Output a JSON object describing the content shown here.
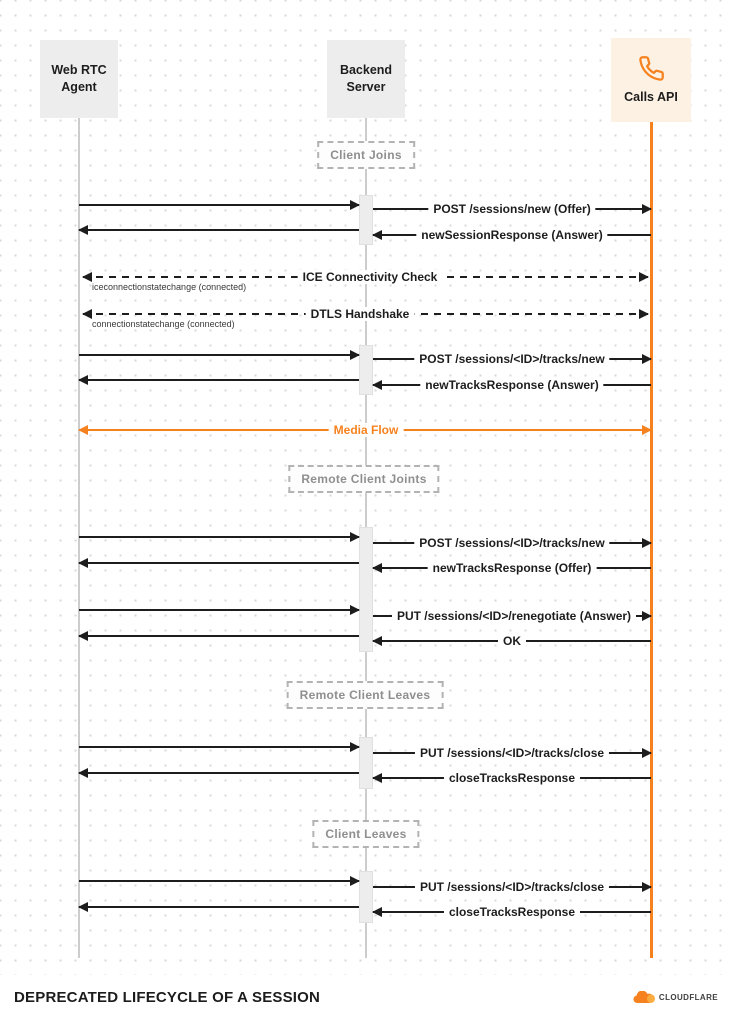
{
  "actors": [
    {
      "name": "Web RTC Agent",
      "line1": "Web RTC",
      "line2": "Agent"
    },
    {
      "name": "Backend Server",
      "line1": "Backend",
      "line2": "Server"
    },
    {
      "name": "Calls API",
      "line1": "Calls API",
      "icon": "phone-icon"
    }
  ],
  "sections": [
    {
      "label": "Client Joins"
    },
    {
      "label": "Remote Client Joints"
    },
    {
      "label": "Remote Client Leaves"
    },
    {
      "label": "Client Leaves"
    }
  ],
  "messages": [
    {
      "type": "request",
      "from": "Web RTC Agent",
      "to": "Calls API",
      "label": "POST /sessions/new (Offer)"
    },
    {
      "type": "response",
      "from": "Calls API",
      "to": "Web RTC Agent",
      "label": "newSessionResponse (Answer)"
    },
    {
      "type": "bidirectional-dashed",
      "label": "ICE Connectivity Check",
      "note": "iceconnectionstatechange (connected)"
    },
    {
      "type": "bidirectional-dashed",
      "label": "DTLS Handshake",
      "note": "connectionstatechange (connected)"
    },
    {
      "type": "request",
      "from": "Web RTC Agent",
      "to": "Calls API",
      "label": "POST /sessions/<ID>/tracks/new"
    },
    {
      "type": "response",
      "from": "Calls API",
      "to": "Web RTC Agent",
      "label": "newTracksResponse (Answer)"
    },
    {
      "type": "bidirectional-media",
      "label": "Media Flow"
    },
    {
      "type": "request",
      "from": "Web RTC Agent",
      "to": "Calls API",
      "label": "POST /sessions/<ID>/tracks/new"
    },
    {
      "type": "response",
      "from": "Calls API",
      "to": "Web RTC Agent",
      "label": "newTracksResponse (Offer)"
    },
    {
      "type": "request",
      "from": "Web RTC Agent",
      "to": "Calls API",
      "label": "PUT /sessions/<ID>/renegotiate (Answer)"
    },
    {
      "type": "response",
      "from": "Calls API",
      "to": "Web RTC Agent",
      "label": "OK"
    },
    {
      "type": "request",
      "from": "Web RTC Agent",
      "to": "Calls API",
      "label": "PUT /sessions/<ID>/tracks/close"
    },
    {
      "type": "response",
      "from": "Calls API",
      "to": "Web RTC Agent",
      "label": "closeTracksResponse"
    },
    {
      "type": "request",
      "from": "Web RTC Agent",
      "to": "Calls API",
      "label": "PUT /sessions/<ID>/tracks/close"
    },
    {
      "type": "response",
      "from": "Calls API",
      "to": "Web RTC Agent",
      "label": "closeTracksResponse"
    }
  ],
  "footer": {
    "title": "DEPRECATED LIFECYCLE OF A SESSION",
    "brand": "CLOUDFLARE"
  },
  "icons": {
    "calls_api": "phone-icon",
    "brand": "cloudflare-cloud-icon"
  },
  "colors": {
    "accent": "#f6821f",
    "lifeline": "#cccccc",
    "arrow": "#1d1d1d"
  }
}
